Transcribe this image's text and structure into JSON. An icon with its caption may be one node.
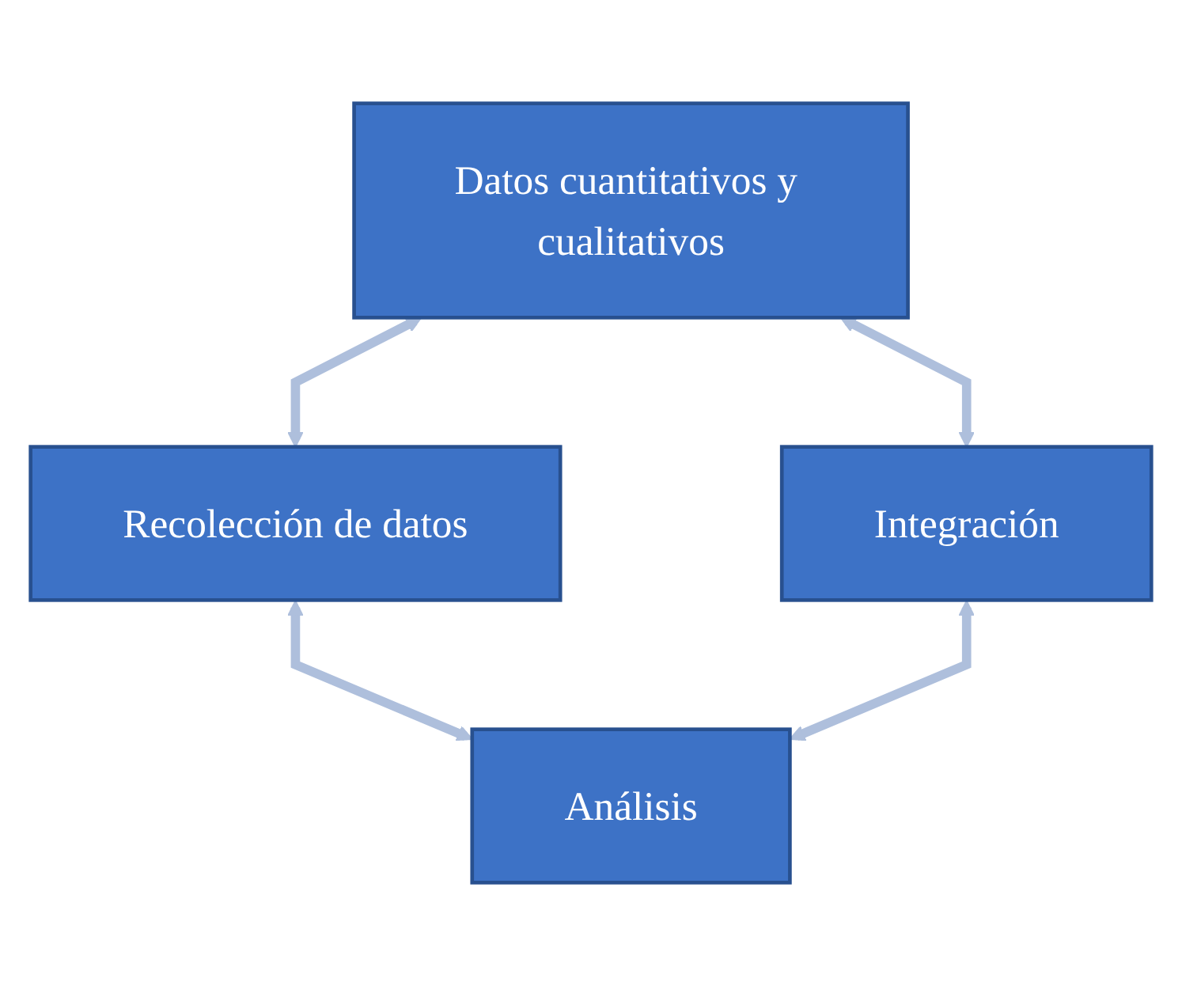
{
  "diagram": {
    "nodes": [
      {
        "text": [
          "Datos cuantitativos y cualitativos"
        ]
      },
      {
        "text": [
          "Integración"
        ]
      },
      {
        "text": [
          "Recolección de datos"
        ]
      },
      {
        "text": [
          "Análisis"
        ]
      }
    ],
    "edges": [
      {
        "from": 0,
        "to": 2,
        "arrow": "both"
      },
      {
        "from": 2,
        "to": 3,
        "arrow": "both"
      },
      {
        "from": 3,
        "to": 1,
        "arrow": "both"
      },
      {
        "from": 1,
        "to": 0,
        "arrow": "both"
      }
    ]
  }
}
